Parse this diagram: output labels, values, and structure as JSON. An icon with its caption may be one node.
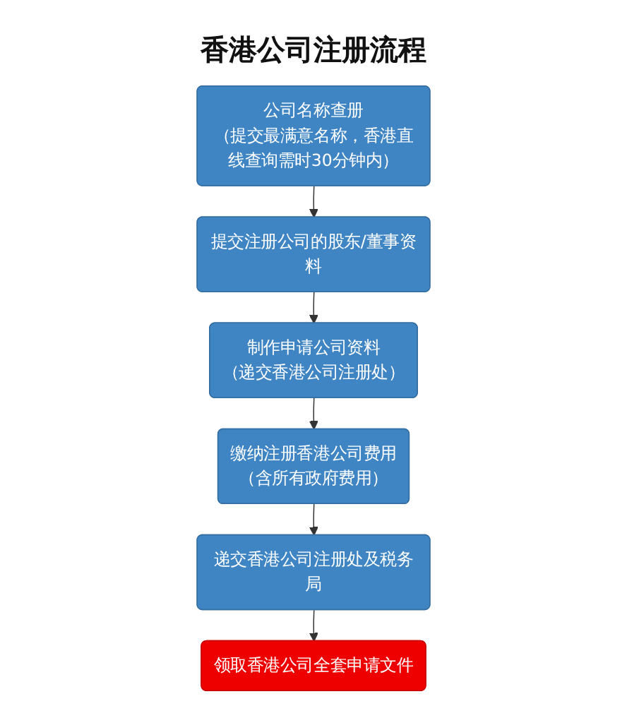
{
  "diagram": {
    "title": "香港公司注册流程",
    "nodes": [
      {
        "text": [
          "公司名称查册",
          "（提交最满意名称，香港直线查询需时30分钟内）"
        ]
      },
      {
        "text": [
          "提交注册公司的股东/董事资料"
        ]
      },
      {
        "text": [
          "制作申请公司资料",
          "（递交香港公司注册处）"
        ]
      },
      {
        "text": [
          "缴纳注册香港公司费用",
          "（含所有政府费用）"
        ]
      },
      {
        "text": [
          "递交香港公司注册处及税务局"
        ]
      },
      {
        "text": [
          "领取香港公司全套申请文件"
        ]
      }
    ],
    "edges": [
      {
        "from": 0,
        "to": 1,
        "arrow": "to"
      },
      {
        "from": 1,
        "to": 2,
        "arrow": "to"
      },
      {
        "from": 2,
        "to": 3,
        "arrow": "to"
      },
      {
        "from": 3,
        "to": 4,
        "arrow": "to"
      },
      {
        "from": 4,
        "to": 5,
        "arrow": "to"
      }
    ]
  }
}
